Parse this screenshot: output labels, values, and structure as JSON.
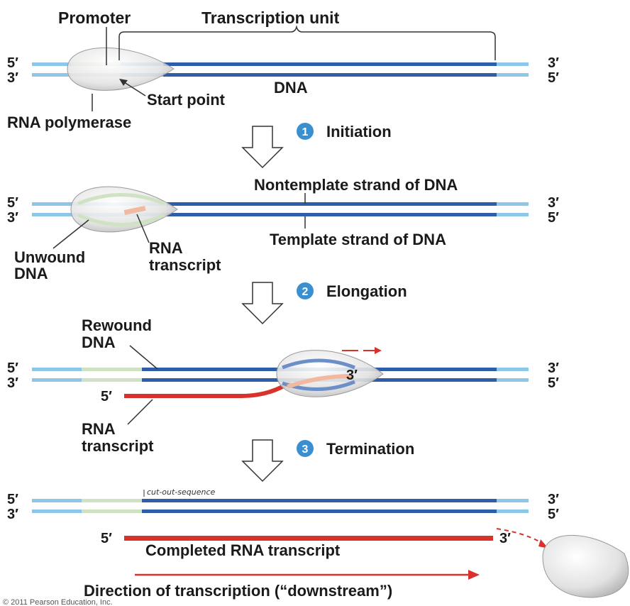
{
  "labels": {
    "promoter": "Promoter",
    "transcription_unit": "Transcription unit",
    "dna": "DNA",
    "start_point": "Start point",
    "rna_polymerase": "RNA polymerase",
    "nontemplate_strand": "Nontemplate strand of DNA",
    "template_strand": "Template strand of DNA",
    "unwound_dna_1": "Unwound",
    "unwound_dna_2": "DNA",
    "rna_transcript_1": "RNA",
    "rna_transcript_2": "transcript",
    "rewound_dna_1": "Rewound",
    "rewound_dna_2": "DNA",
    "completed_transcript": "Completed RNA transcript",
    "direction": "Direction of transcription (“downstream”)",
    "handwritten_note": "cut-out-sequence",
    "copyright": "© 2011 Pearson Education, Inc."
  },
  "ends": {
    "five_prime": "5′",
    "three_prime": "3′"
  },
  "steps": [
    {
      "number": "1",
      "name": "Initiation"
    },
    {
      "number": "2",
      "name": "Elongation"
    },
    {
      "number": "3",
      "name": "Termination"
    }
  ],
  "colors": {
    "dna_dark": "#2f5da8",
    "dna_light": "#8ec6ea",
    "promoter_green": "#cfe3c4",
    "rna_red": "#d9322d",
    "rna_pink": "#f0b9a0",
    "polymerase": "#dcdcdc",
    "step_circle": "#3a8fd0"
  }
}
